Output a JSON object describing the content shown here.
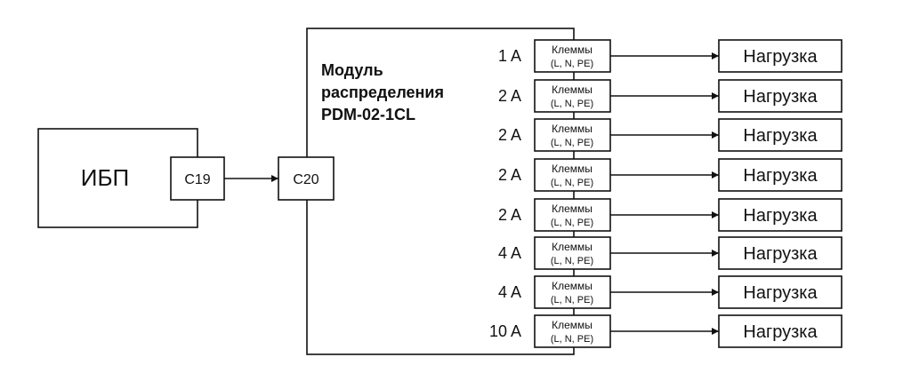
{
  "diagram": {
    "ups_label": "ИБП",
    "ups_connector": "C19",
    "module_connector": "C20",
    "module_title": [
      "Модуль",
      "распределения",
      "PDM-02-1CL"
    ],
    "outputs": [
      {
        "current": "1 A",
        "terminal": "Клеммы",
        "terminal_sub": "(L, N, PE)",
        "load": "Нагрузка"
      },
      {
        "current": "2 A",
        "terminal": "Клеммы",
        "terminal_sub": "(L, N, PE)",
        "load": "Нагрузка"
      },
      {
        "current": "2 A",
        "terminal": "Клеммы",
        "terminal_sub": "(L, N, PE)",
        "load": "Нагрузка"
      },
      {
        "current": "2 A",
        "terminal": "Клеммы",
        "terminal_sub": "(L, N, PE)",
        "load": "Нагрузка"
      },
      {
        "current": "2 A",
        "terminal": "Клеммы",
        "terminal_sub": "(L, N, PE)",
        "load": "Нагрузка"
      },
      {
        "current": "4 A",
        "terminal": "Клеммы",
        "terminal_sub": "(L, N, PE)",
        "load": "Нагрузка"
      },
      {
        "current": "4 A",
        "terminal": "Клеммы",
        "terminal_sub": "(L, N, PE)",
        "load": "Нагрузка"
      },
      {
        "current": "10 A",
        "terminal": "Клеммы",
        "terminal_sub": "(L, N, PE)",
        "load": "Нагрузка"
      }
    ],
    "colors": {
      "line": "#111111",
      "background": "#ffffff"
    }
  }
}
